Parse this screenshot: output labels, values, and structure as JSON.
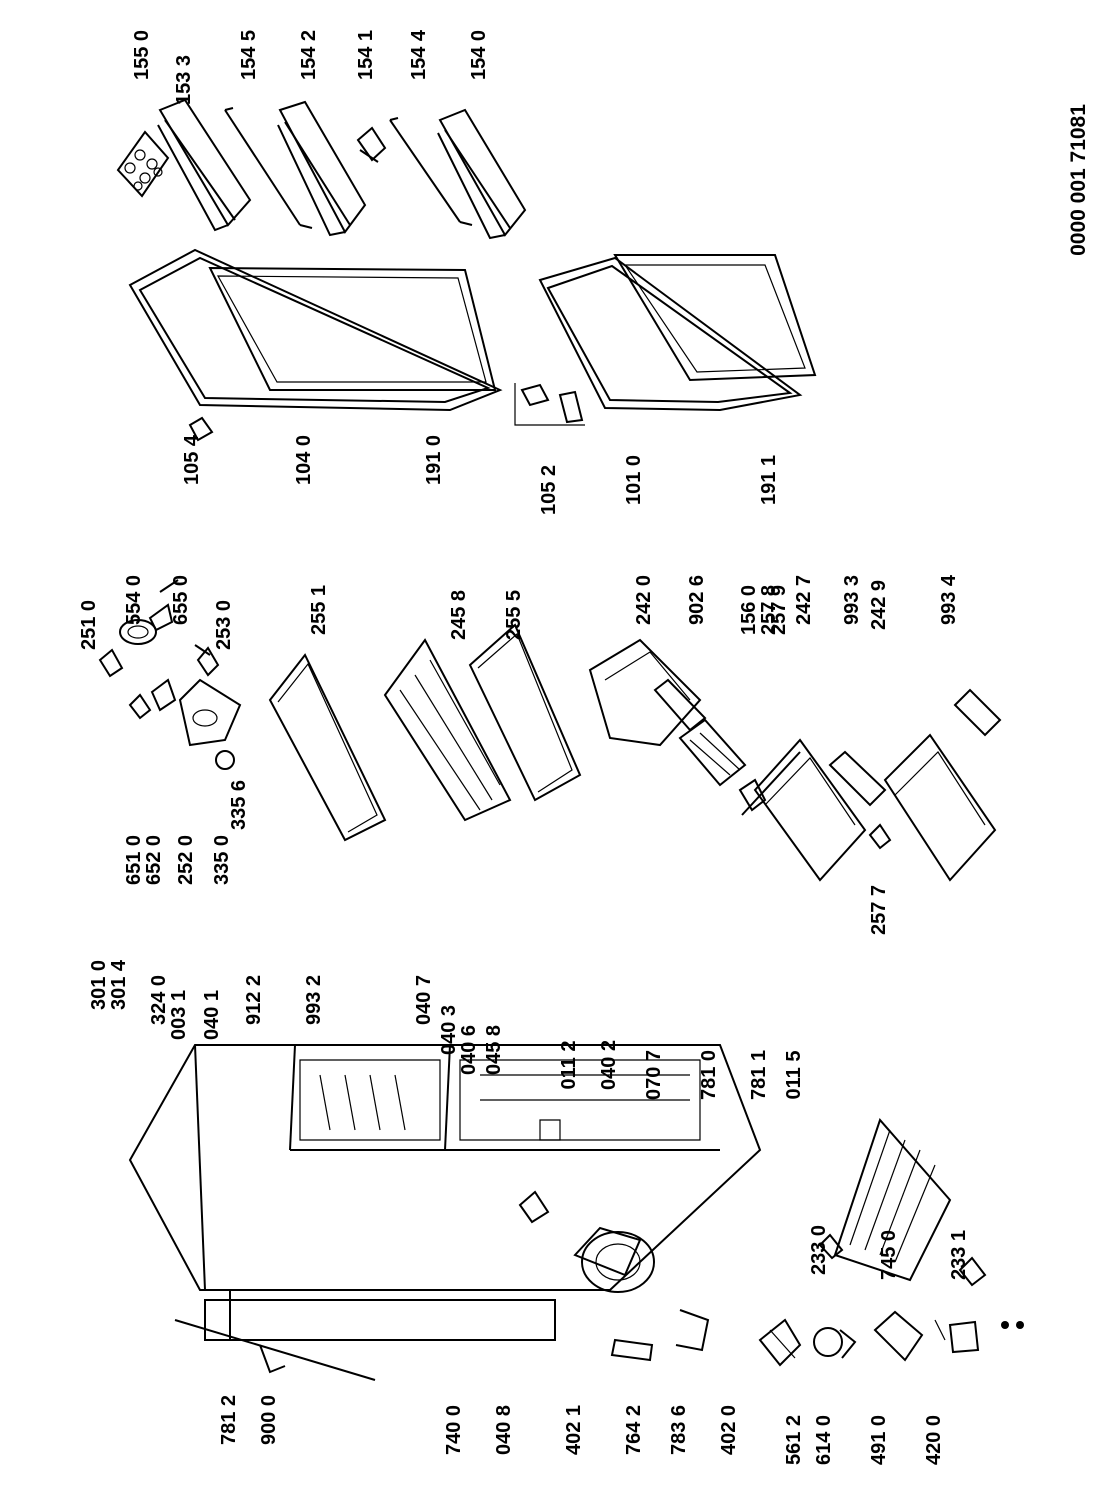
{
  "document_code": "0000 001 71081",
  "parts": [
    "155 0",
    "153 3",
    "154 5",
    "154 2",
    "154 1",
    "154 4",
    "154 0",
    "105 4",
    "104 0",
    "191 0",
    "105 2",
    "101 0",
    "191 1",
    "251 0",
    "554 0",
    "655 0",
    "253 0",
    "651 0",
    "652 0",
    "252 0",
    "335 0",
    "335 6",
    "255 1",
    "245 8",
    "255 5",
    "242 0",
    "902 6",
    "156 0",
    "257 8",
    "257 9",
    "242 7",
    "993 3",
    "242 9",
    "993 4",
    "257 7",
    "301 0",
    "301 4",
    "324 0",
    "003 1",
    "040 1",
    "912 2",
    "993 2",
    "040 7",
    "040 3",
    "040 6",
    "045 8",
    "011 2",
    "040 2",
    "070 7",
    "781 0",
    "781 1",
    "011 5",
    "233 0",
    "745 0",
    "233 1",
    "781 2",
    "900 0",
    "740 0",
    "040 8",
    "402 1",
    "764 2",
    "783 6",
    "402 0",
    "561 2",
    "614 0",
    "491 0",
    "420 0"
  ]
}
